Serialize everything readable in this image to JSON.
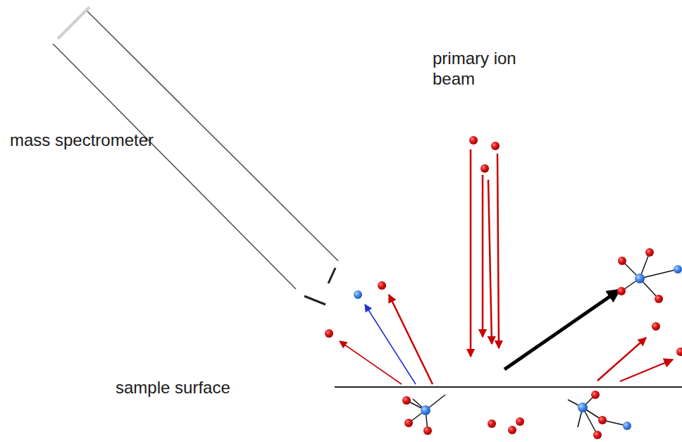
{
  "diagram": {
    "labels": [
      "mass spectrometer",
      "primary ion beam",
      "sample surface"
    ]
  }
}
